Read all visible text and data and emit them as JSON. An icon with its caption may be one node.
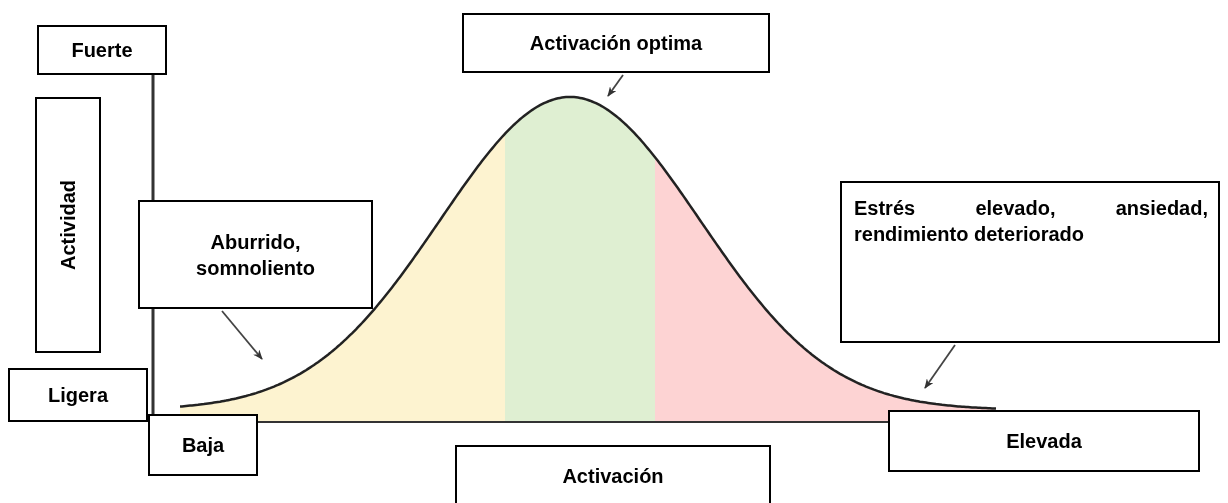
{
  "diagram": {
    "nodes": [
      {
        "text": [
          "Fuerte"
        ]
      },
      {
        "text": [
          "Actividad"
        ]
      },
      {
        "text": [
          "Ligera"
        ]
      },
      {
        "text": [
          "Baja"
        ]
      },
      {
        "text": [
          "Activación optima"
        ]
      },
      {
        "text": [
          "Aburrido, somnoliento"
        ]
      },
      {
        "text": [
          "Estrés elevado, ansiedad, rendimiento deteriorado"
        ]
      },
      {
        "text": [
          "Elevada"
        ]
      },
      {
        "text": [
          "Activación"
        ]
      },
      {
        "text": [],
        "shape": "picture"
      }
    ],
    "edges": [
      {
        "from": 4,
        "to": 9,
        "arrow": "to"
      },
      {
        "from": 5,
        "to": 9,
        "arrow": "to"
      },
      {
        "from": 6,
        "to": 9,
        "arrow": "to"
      }
    ]
  }
}
